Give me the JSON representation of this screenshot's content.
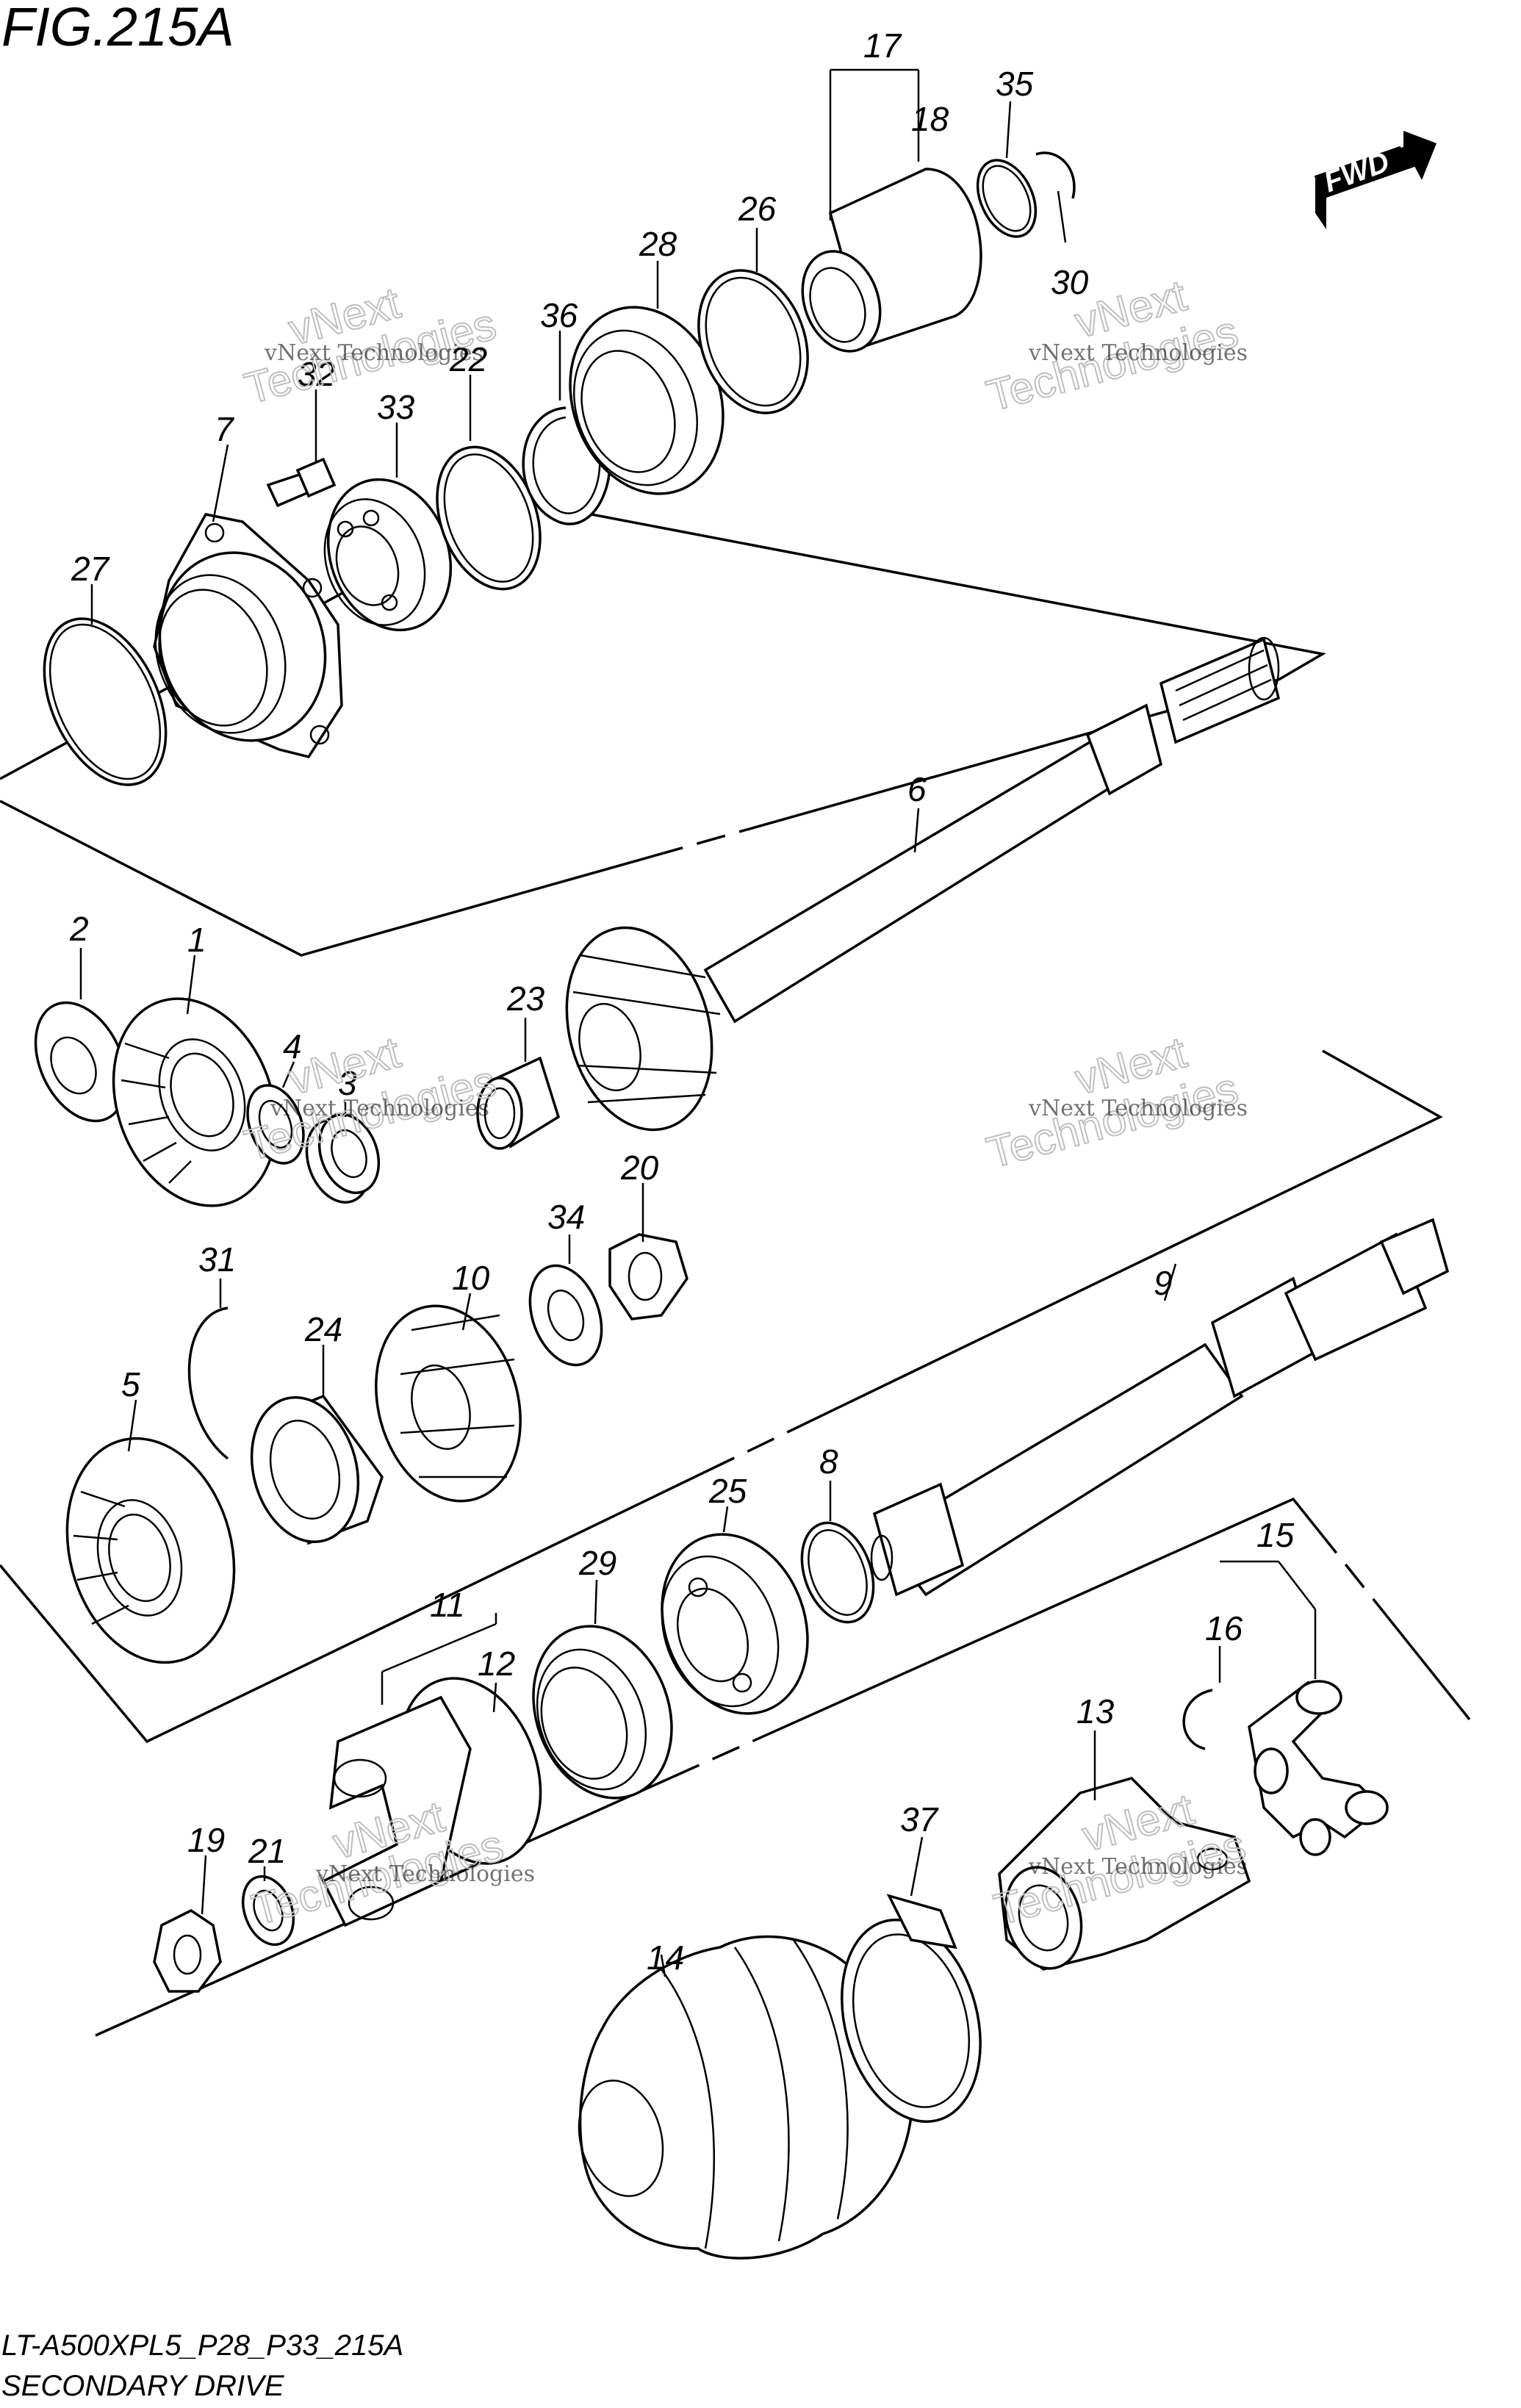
{
  "figure": {
    "title": "FIG.215A",
    "model_code": "LT-A500XPL5_P28_P33_215A",
    "caption": "SECONDARY DRIVE"
  },
  "direction_badge": {
    "label": "FWD"
  },
  "watermarks": [
    {
      "line1": "vNext Technologies",
      "line2": "vNext",
      "line3": "Technologies"
    }
  ],
  "callouts": [
    {
      "id": "1",
      "label": "1"
    },
    {
      "id": "2",
      "label": "2"
    },
    {
      "id": "3",
      "label": "3"
    },
    {
      "id": "4",
      "label": "4"
    },
    {
      "id": "5",
      "label": "5"
    },
    {
      "id": "6",
      "label": "6"
    },
    {
      "id": "7",
      "label": "7"
    },
    {
      "id": "8",
      "label": "8"
    },
    {
      "id": "9",
      "label": "9"
    },
    {
      "id": "10",
      "label": "10"
    },
    {
      "id": "11",
      "label": "11"
    },
    {
      "id": "12",
      "label": "12"
    },
    {
      "id": "13",
      "label": "13"
    },
    {
      "id": "14",
      "label": "14"
    },
    {
      "id": "15",
      "label": "15"
    },
    {
      "id": "16",
      "label": "16"
    },
    {
      "id": "17",
      "label": "17"
    },
    {
      "id": "18",
      "label": "18"
    },
    {
      "id": "19",
      "label": "19"
    },
    {
      "id": "20",
      "label": "20"
    },
    {
      "id": "21",
      "label": "21"
    },
    {
      "id": "22",
      "label": "22"
    },
    {
      "id": "23",
      "label": "23"
    },
    {
      "id": "24",
      "label": "24"
    },
    {
      "id": "25",
      "label": "25"
    },
    {
      "id": "26",
      "label": "26"
    },
    {
      "id": "27",
      "label": "27"
    },
    {
      "id": "28",
      "label": "28"
    },
    {
      "id": "29",
      "label": "29"
    },
    {
      "id": "30",
      "label": "30"
    },
    {
      "id": "31",
      "label": "31"
    },
    {
      "id": "32",
      "label": "32"
    },
    {
      "id": "33",
      "label": "33"
    },
    {
      "id": "34",
      "label": "34"
    },
    {
      "id": "35",
      "label": "35"
    },
    {
      "id": "36",
      "label": "36"
    },
    {
      "id": "37",
      "label": "37"
    }
  ]
}
